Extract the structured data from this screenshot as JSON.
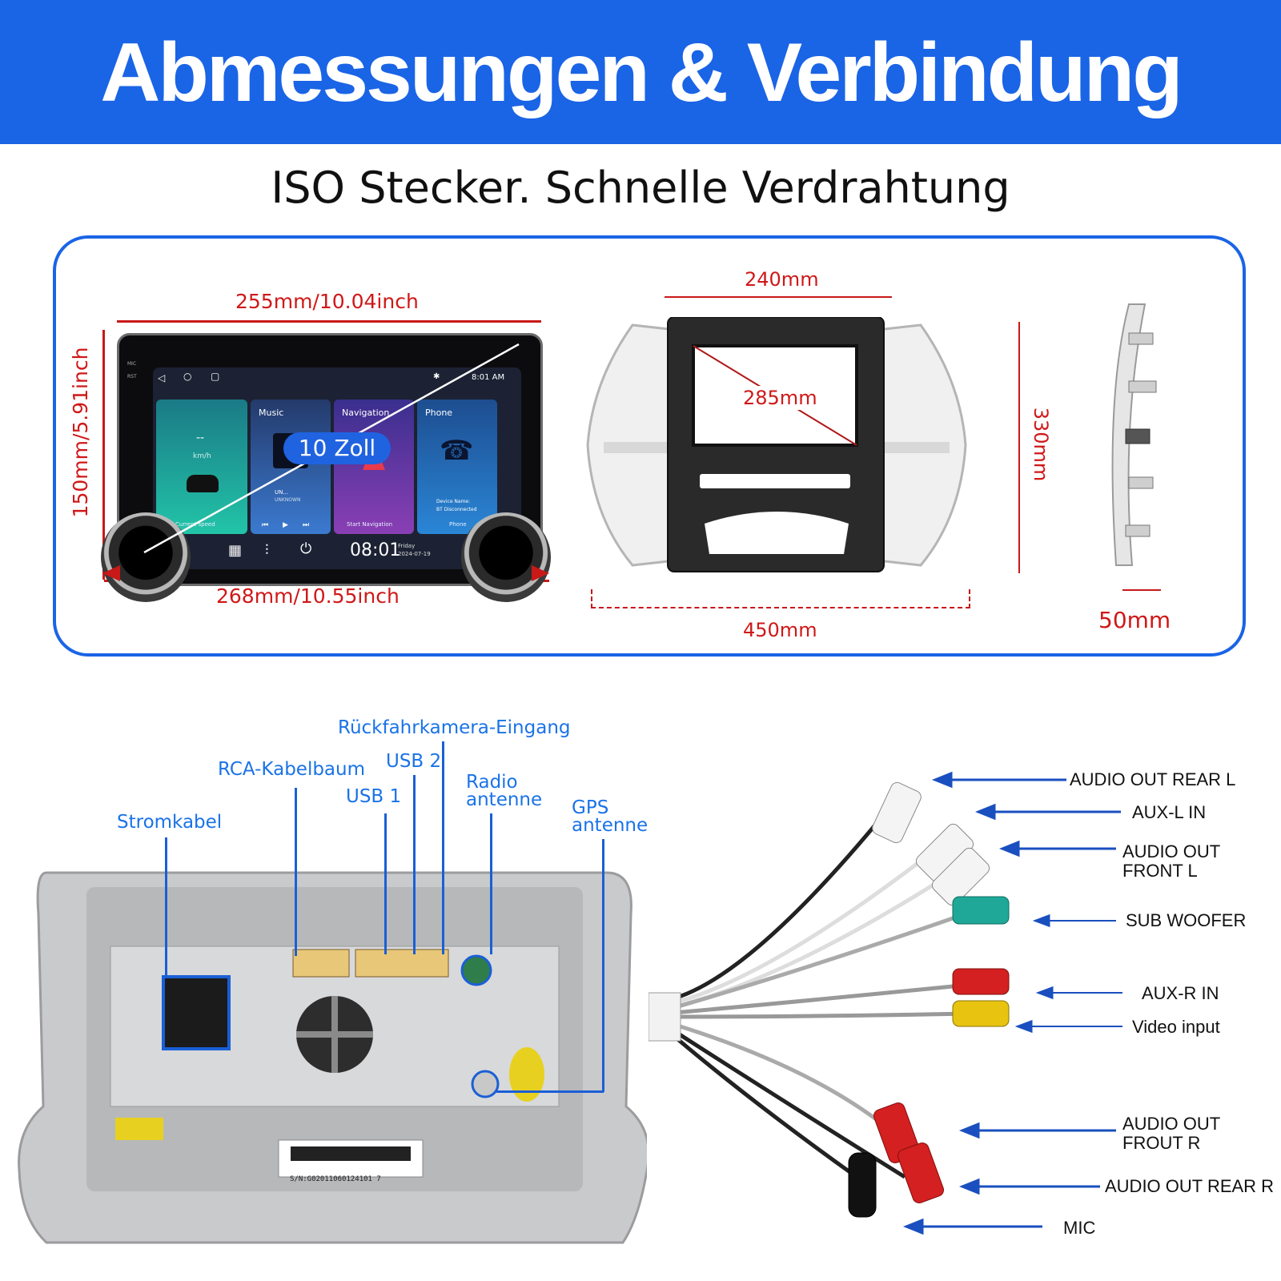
{
  "header": {
    "title": "Abmessungen & Verbindung",
    "subtitle": "ISO Stecker. Schnelle Verdrahtung",
    "accent_color": "#1a64e6"
  },
  "dimensions": {
    "width_top": "255mm/10.04inch",
    "height_side": "150mm/5.91inch",
    "width_bottom": "268mm/10.55inch",
    "screen_size": "10 Zoll",
    "frame_top": "240mm",
    "frame_diag": "285mm",
    "frame_height": "330mm",
    "frame_width": "450mm",
    "frame_depth": "50mm",
    "dim_color": "#d01818"
  },
  "screen": {
    "status_time": "8:01 AM",
    "cards": [
      {
        "label": "",
        "value": "--",
        "unit": "km/h",
        "footer": "Current speed",
        "color": "#1db5a6"
      },
      {
        "label": "Music",
        "value": "",
        "unit": "UN...",
        "footer": "",
        "sublabel": "UNKNOWN",
        "color": "#2a4e8a"
      },
      {
        "label": "Navigation",
        "value": "",
        "unit": "",
        "footer": "Start Navigation",
        "color": "#5a2b9a"
      },
      {
        "label": "Phone",
        "value": "",
        "unit": "",
        "footer": "Phone",
        "status": "Device Name:",
        "status2": "BT Disconnected",
        "color": "#2170c7"
      }
    ],
    "side_labels": [
      "MIC",
      "RST"
    ],
    "clock": "08:01",
    "day": "Friday",
    "date": "2024-07-19"
  },
  "ports": {
    "reverse_camera": "Rückfahrkamera-Eingang",
    "rca": "RCA-Kabelbaum",
    "usb2": "USB 2",
    "usb1": "USB 1",
    "radio_line1": "Radio",
    "radio_line2": "antenne",
    "gps_line1": "GPS",
    "gps_line2": "antenne",
    "power": "Stromkabel",
    "serial": "S/N:G02011060124101 7",
    "label_color": "#1a73e8"
  },
  "harness": {
    "audio_out_rear_l": "AUDIO OUT REAR L",
    "aux_l_in": "AUX-L IN",
    "audio_out_front_l_1": "AUDIO OUT",
    "audio_out_front_l_2": "FRONT L",
    "sub_woofer": "SUB WOOFER",
    "aux_r_in": "AUX-R IN",
    "video_input": "Video input",
    "audio_out_frout_r_1": "AUDIO OUT",
    "audio_out_frout_r_2": "FROUT R",
    "audio_out_rear_r": "AUDIO OUT REAR R",
    "mic": "MIC"
  }
}
